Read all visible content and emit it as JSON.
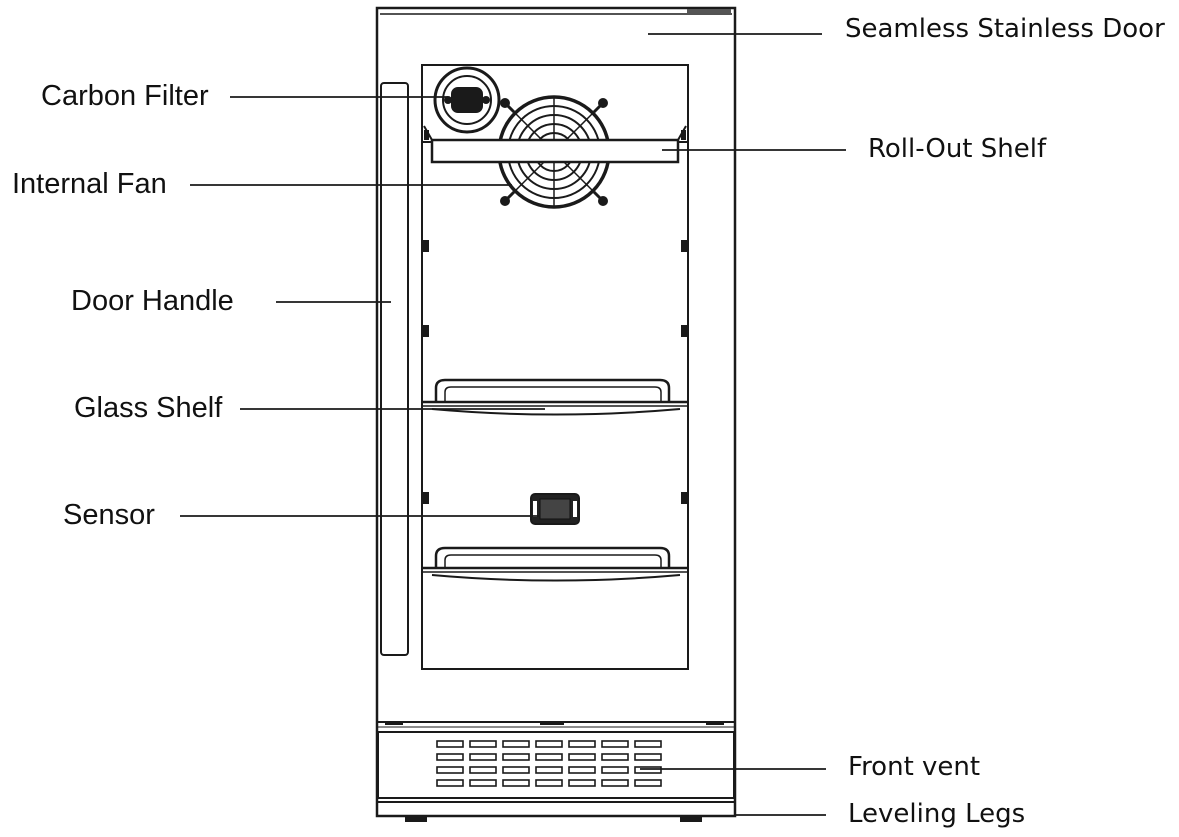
{
  "labels": {
    "carbon_filter": "Carbon Filter",
    "internal_fan": "Internal Fan",
    "door_handle": "Door Handle",
    "glass_shelf": "Glass Shelf",
    "sensor": "Sensor",
    "seamless_door": "Seamless Stainless Door",
    "roll_out_shelf": "Roll-Out Shelf",
    "front_vent": "Front vent",
    "leveling_legs": "Leveling Legs"
  },
  "colors": {
    "line": "#1a1a1a",
    "background": "#ffffff",
    "sensor_fill": "#222222"
  }
}
